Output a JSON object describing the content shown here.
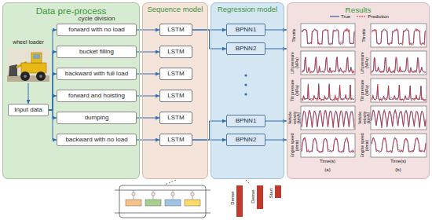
{
  "diagram": {
    "nodes": [
      {
        "text": [
          "Data pre-process"
        ]
      },
      {
        "text": [
          "Sequence model"
        ]
      },
      {
        "text": [
          "Regression model"
        ]
      },
      {
        "text": [
          "Results"
        ]
      },
      {
        "text": [
          "forward with no load"
        ],
        "in": 0
      },
      {
        "text": [
          "bucket filling"
        ],
        "in": 0
      },
      {
        "text": [
          "backward with full load"
        ],
        "in": 0
      },
      {
        "text": [
          "forward and hoisting"
        ],
        "in": 0
      },
      {
        "text": [
          "dumping"
        ],
        "in": 0
      },
      {
        "text": [
          "backward with no load"
        ],
        "in": 0
      },
      {
        "text": [
          "wheel loader"
        ],
        "in": 0
      },
      {
        "text": [
          "Input data"
        ],
        "in": 0
      },
      {
        "text": [
          "LSTM"
        ],
        "in": 1
      },
      {
        "text": [
          "LSTM"
        ],
        "in": 1
      },
      {
        "text": [
          "LSTM"
        ],
        "in": 1
      },
      {
        "text": [
          "LSTM"
        ],
        "in": 1
      },
      {
        "text": [
          "LSTM"
        ],
        "in": 1
      },
      {
        "text": [
          "LSTM"
        ],
        "in": 1
      },
      {
        "text": [
          "BPNN1"
        ],
        "in": 2
      },
      {
        "text": [
          "BPNN2"
        ],
        "in": 2
      },
      {
        "text": [
          "BPNN1"
        ],
        "in": 2
      },
      {
        "text": [
          "BPNN2"
        ],
        "in": 2
      }
    ],
    "edges": [
      {
        "from": 10,
        "to": 11,
        "arrow": "to"
      },
      {
        "from": 11,
        "to": 4,
        "arrow": "to"
      },
      {
        "from": 11,
        "to": 5,
        "arrow": "to"
      },
      {
        "from": 11,
        "to": 6,
        "arrow": "to"
      },
      {
        "from": 11,
        "to": 7,
        "arrow": "to"
      },
      {
        "from": 11,
        "to": 8,
        "arrow": "to"
      },
      {
        "from": 11,
        "to": 9,
        "arrow": "to"
      },
      {
        "from": 4,
        "to": 12,
        "arrow": "to"
      },
      {
        "from": 5,
        "to": 13,
        "arrow": "to"
      },
      {
        "from": 6,
        "to": 14,
        "arrow": "to"
      },
      {
        "from": 7,
        "to": 15,
        "arrow": "to"
      },
      {
        "from": 8,
        "to": 16,
        "arrow": "to"
      },
      {
        "from": 9,
        "to": 17,
        "arrow": "to"
      },
      {
        "from": 12,
        "to": 18,
        "arrow": "to"
      },
      {
        "from": 12,
        "to": 19,
        "arrow": "to"
      },
      {
        "from": 17,
        "to": 20,
        "arrow": "to"
      },
      {
        "from": 17,
        "to": 21,
        "arrow": "to"
      },
      {
        "from": 18,
        "to": 3,
        "arrow": "to"
      },
      {
        "from": 19,
        "to": 3,
        "arrow": "to"
      },
      {
        "from": 20,
        "to": 3,
        "arrow": "to"
      },
      {
        "from": 21,
        "to": 3,
        "arrow": "to"
      }
    ],
    "labels": [
      "cycle division",
      "Throttle",
      "Lift pressure (MPa)",
      "Tilt pressure (MPa)",
      "Vehicle velocity (km/h)",
      "Engine speed (r/min)",
      "Throttle",
      "Lift pressure (MPa)",
      "Tilt pressure (MPa)",
      "Vehicle velocity (km/h)",
      "Engine speed (r/min)",
      "Time(s)",
      "Time(s)",
      "(a)",
      "(b)",
      "Dense",
      "Dense",
      "Start"
    ],
    "legend": [
      {
        "text": "True"
      },
      {
        "text": "Prediction"
      }
    ]
  }
}
